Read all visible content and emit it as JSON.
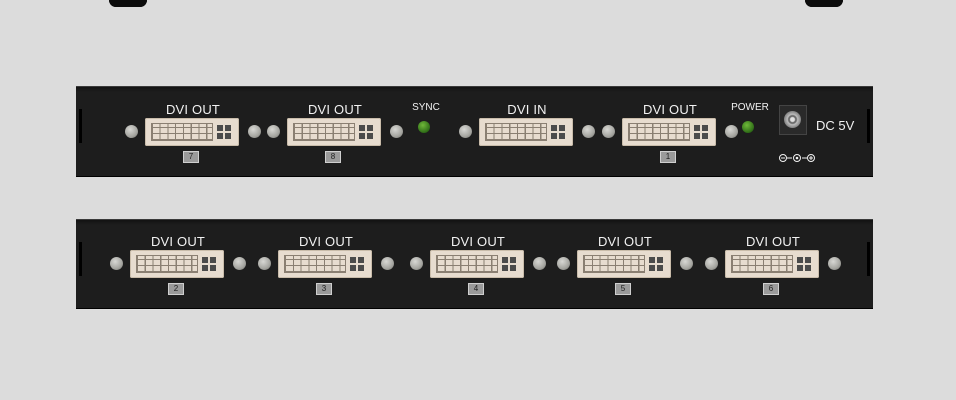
{
  "top_unit": {
    "ports": [
      {
        "label": "DVI OUT",
        "number": "7"
      },
      {
        "label": "DVI OUT",
        "number": "8"
      },
      {
        "label": "DVI IN",
        "number": ""
      },
      {
        "label": "DVI OUT",
        "number": "1"
      }
    ],
    "sync_label": "SYNC",
    "power_label": "POWER",
    "dc_label": "DC 5V"
  },
  "bottom_unit": {
    "ports": [
      {
        "label": "DVI OUT",
        "number": "2"
      },
      {
        "label": "DVI OUT",
        "number": "3"
      },
      {
        "label": "DVI OUT",
        "number": "4"
      },
      {
        "label": "DVI OUT",
        "number": "5"
      },
      {
        "label": "DVI OUT",
        "number": "6"
      }
    ]
  },
  "colors": {
    "chassis": "#1d1d1d",
    "background": "#dcdcdc",
    "connector": "#e7dccf",
    "led": "#4e9a28"
  },
  "icons": [
    "screw-icon",
    "led-icon",
    "dc-jack-icon",
    "polarity-symbol-icon"
  ]
}
